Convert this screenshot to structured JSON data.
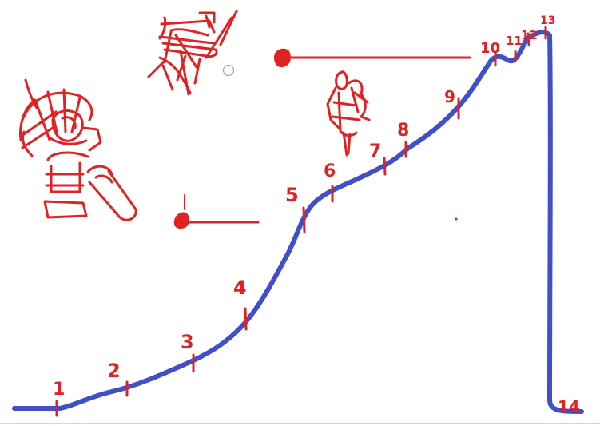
{
  "diagram": {
    "curve_color": "#4150c8",
    "annotation_color": "#e02222",
    "markers": [
      {
        "label": "1"
      },
      {
        "label": "2"
      },
      {
        "label": "3"
      },
      {
        "label": "4"
      },
      {
        "label": "5"
      },
      {
        "label": "6"
      },
      {
        "label": "7"
      },
      {
        "label": "8"
      },
      {
        "label": "9"
      },
      {
        "label": "10"
      },
      {
        "label": "11"
      },
      {
        "label": "12"
      },
      {
        "label": "13"
      },
      {
        "label": "14"
      }
    ],
    "sketches": [
      {
        "name": "seated-figure-with-fan-sketch"
      },
      {
        "name": "reclined-chair-sketch"
      },
      {
        "name": "standing-figure-sketch"
      }
    ],
    "arrows": [
      {
        "name": "upper-left-arrow",
        "direction": "left"
      },
      {
        "name": "lower-left-arrow",
        "direction": "left"
      }
    ]
  }
}
